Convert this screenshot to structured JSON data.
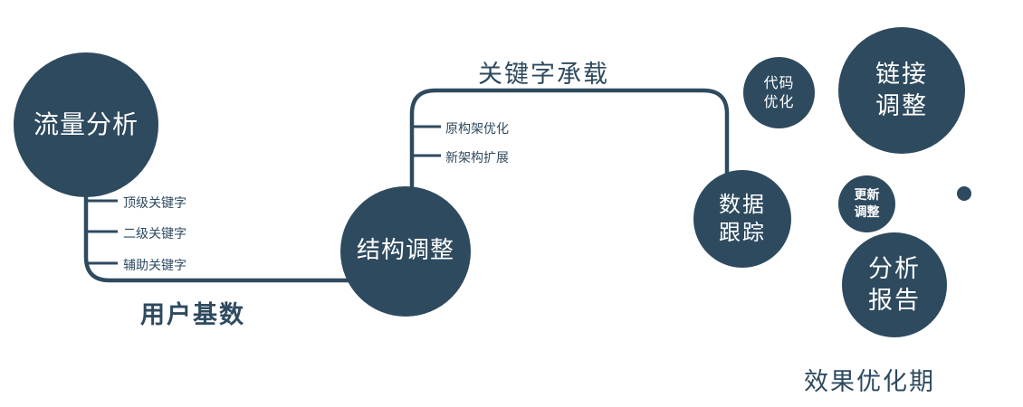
{
  "colors": {
    "primary": "#2e4a5f",
    "background": "#ffffff",
    "circle_text": "#ffffff"
  },
  "nodes": {
    "traffic_analysis": {
      "label": "流量分析"
    },
    "structure_adjust": {
      "label": "结构调整"
    },
    "data_tracking": {
      "lines": [
        "数据",
        "跟踪"
      ]
    },
    "code_optimize": {
      "lines": [
        "代码",
        "优化"
      ]
    },
    "link_adjust": {
      "lines": [
        "链接",
        "调整"
      ]
    },
    "update_adjust": {
      "lines": [
        "更新",
        "调整"
      ]
    },
    "analysis_report": {
      "lines": [
        "分析",
        "报告"
      ]
    }
  },
  "edge_labels": {
    "user_base": "用户基数",
    "keyword_carry": "关键字承载"
  },
  "branches": {
    "traffic": [
      "顶级关键字",
      "二级关键字",
      "辅助关键字"
    ],
    "structure": [
      "原构架优化",
      "新架构扩展"
    ]
  },
  "footer": {
    "label": "效果优化期"
  }
}
